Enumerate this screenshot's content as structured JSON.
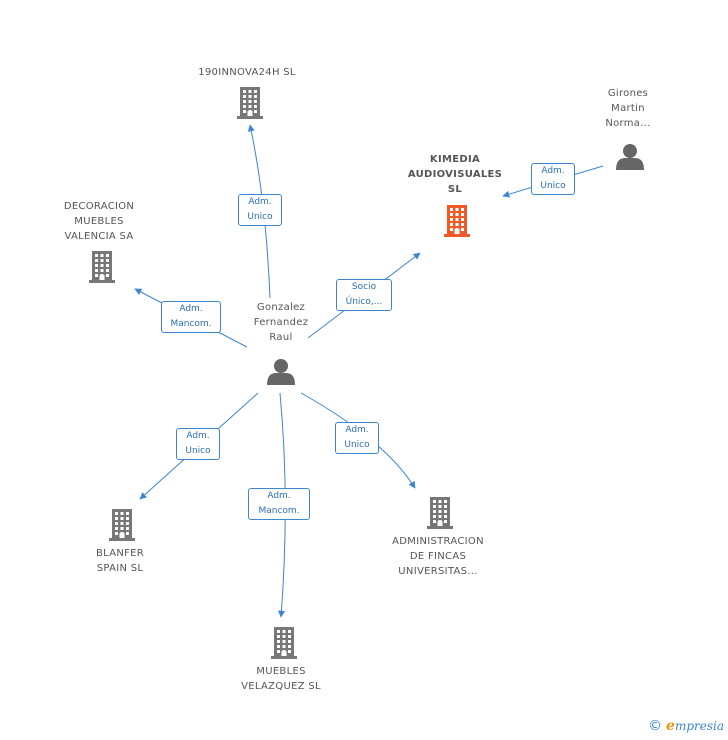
{
  "colors": {
    "edge": "#3a86d0",
    "company_icon": "#777777",
    "focus_company_icon": "#f05a28",
    "person_icon": "#666666",
    "label_text": "#555555",
    "edge_label_text": "#2a6fb7"
  },
  "nodes": {
    "center": {
      "type": "person",
      "lines": [
        "Gonzalez",
        "Fernandez",
        "Raul"
      ]
    },
    "innova": {
      "type": "company",
      "lines": [
        "190INNOVA24H SL"
      ]
    },
    "kimedia": {
      "type": "company",
      "focus": true,
      "lines": [
        "KIMEDIA",
        "AUDIOVISUALES",
        "SL"
      ]
    },
    "girones": {
      "type": "person",
      "lines": [
        "Girones",
        "Martin",
        "Norma..."
      ]
    },
    "decoracion": {
      "type": "company",
      "lines": [
        "DECORACION",
        "MUEBLES",
        "VALENCIA SA"
      ]
    },
    "blanfer": {
      "type": "company",
      "lines": [
        "BLANFER",
        "SPAIN SL"
      ]
    },
    "velazquez": {
      "type": "company",
      "lines": [
        "MUEBLES",
        "VELAZQUEZ SL"
      ]
    },
    "fincas": {
      "type": "company",
      "lines": [
        "ADMINISTRACION",
        "DE FINCAS",
        "UNIVERSITAS..."
      ]
    }
  },
  "edges": [
    {
      "id": "e-innova",
      "from": "center",
      "to": "innova",
      "lines": [
        "Adm.",
        "Unico"
      ]
    },
    {
      "id": "e-kimedia",
      "from": "center",
      "to": "kimedia",
      "lines": [
        "Socio",
        "Único,..."
      ]
    },
    {
      "id": "e-girones",
      "from": "girones",
      "to": "kimedia",
      "lines": [
        "Adm.",
        "Unico"
      ]
    },
    {
      "id": "e-decoracion",
      "from": "center",
      "to": "decoracion",
      "lines": [
        "Adm.",
        "Mancom."
      ]
    },
    {
      "id": "e-blanfer",
      "from": "center",
      "to": "blanfer",
      "lines": [
        "Adm.",
        "Unico"
      ]
    },
    {
      "id": "e-velazquez",
      "from": "center",
      "to": "velazquez",
      "lines": [
        "Adm.",
        "Mancom."
      ]
    },
    {
      "id": "e-fincas",
      "from": "center",
      "to": "fincas",
      "lines": [
        "Adm.",
        "Unico"
      ]
    }
  ],
  "footer": {
    "copyright": "©",
    "brand_initial": "e",
    "brand_rest": "mpresia"
  }
}
